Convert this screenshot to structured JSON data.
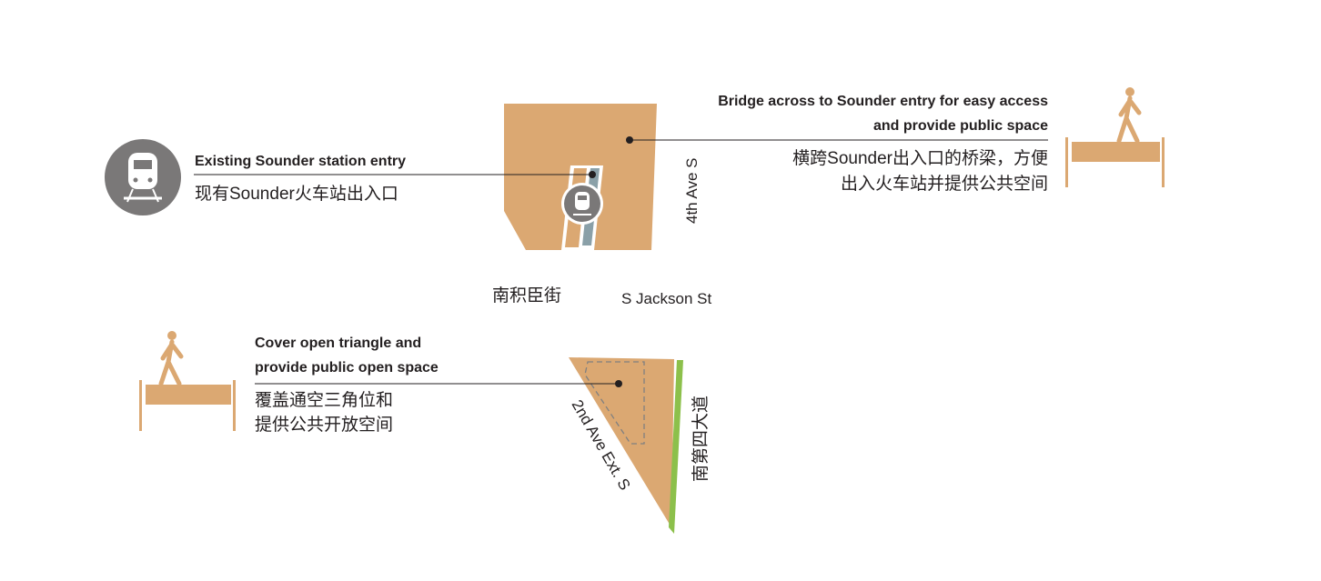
{
  "colors": {
    "block": "#dba872",
    "icon_circle": "#7a7878",
    "green_strip": "#8cc04b",
    "rail": "#8aa0a8",
    "text": "#231f20"
  },
  "callouts": {
    "station": {
      "en": "Existing Sounder station entry",
      "zh": "现有Sounder火车站出入口",
      "icon": "train-icon"
    },
    "bridge": {
      "en_line1": "Bridge across to Sounder entry for easy access",
      "en_line2": "and provide public space",
      "zh_line1": "横跨Sounder出入口的桥梁，方便",
      "zh_line2": "出入火车站并提供公共空间",
      "icon": "pedestrian-bridge-icon"
    },
    "triangle": {
      "en_line1": "Cover open triangle and",
      "en_line2": "provide public open space",
      "zh_line1": "覆盖通空三角位和",
      "zh_line2": "提供公共开放空间",
      "icon": "pedestrian-bridge-icon"
    }
  },
  "streets": {
    "fourth_ave": "4th Ave S",
    "jackson_zh": "南积臣街",
    "jackson_en": "S Jackson St",
    "second_ext": "2nd Ave Ext. S",
    "fourth_ave_zh": "南第四大道"
  }
}
